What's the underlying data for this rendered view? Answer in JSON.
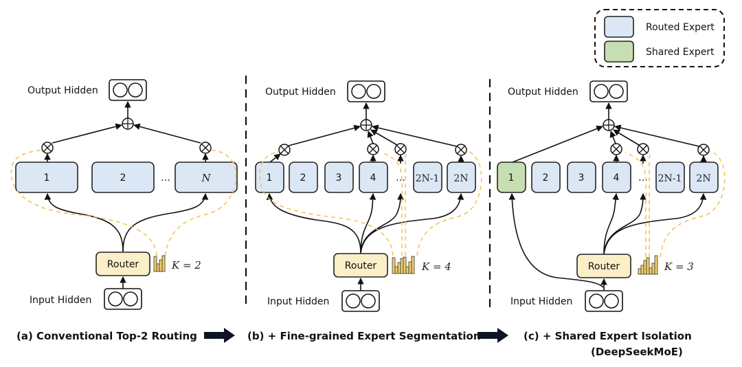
{
  "legend": {
    "items": [
      {
        "label": "Routed Expert",
        "color": "#dce7f5"
      },
      {
        "label": "Shared Expert",
        "color": "#c7deb2"
      }
    ]
  },
  "colors": {
    "routed": "#dce7f5",
    "shared": "#c7deb2",
    "router": "#fbefc8",
    "gate_line": "#f2c14e",
    "bars": "#f0cf6e"
  },
  "common": {
    "output_label": "Output Hidden",
    "input_label": "Input Hidden",
    "router_label": "Router",
    "ellipsis": "…"
  },
  "panels": [
    {
      "id": "a",
      "caption": "(a) Conventional Top-2 Routing",
      "experts": [
        "1",
        "2",
        "N"
      ],
      "k_label": "K = 2",
      "k_value": 2
    },
    {
      "id": "b",
      "caption": "(b) + Fine-grained Expert Segmentation",
      "experts": [
        "1",
        "2",
        "3",
        "4",
        "2N-1",
        "2N"
      ],
      "k_label": "K = 4",
      "k_value": 4
    },
    {
      "id": "c",
      "caption": "(c) + Shared Expert Isolation",
      "caption_sub": "(DeepSeekMoE)",
      "experts": [
        "1",
        "2",
        "3",
        "4",
        "2N-1",
        "2N"
      ],
      "shared_expert": "1",
      "k_label": "K = 3",
      "k_value": 3
    }
  ]
}
